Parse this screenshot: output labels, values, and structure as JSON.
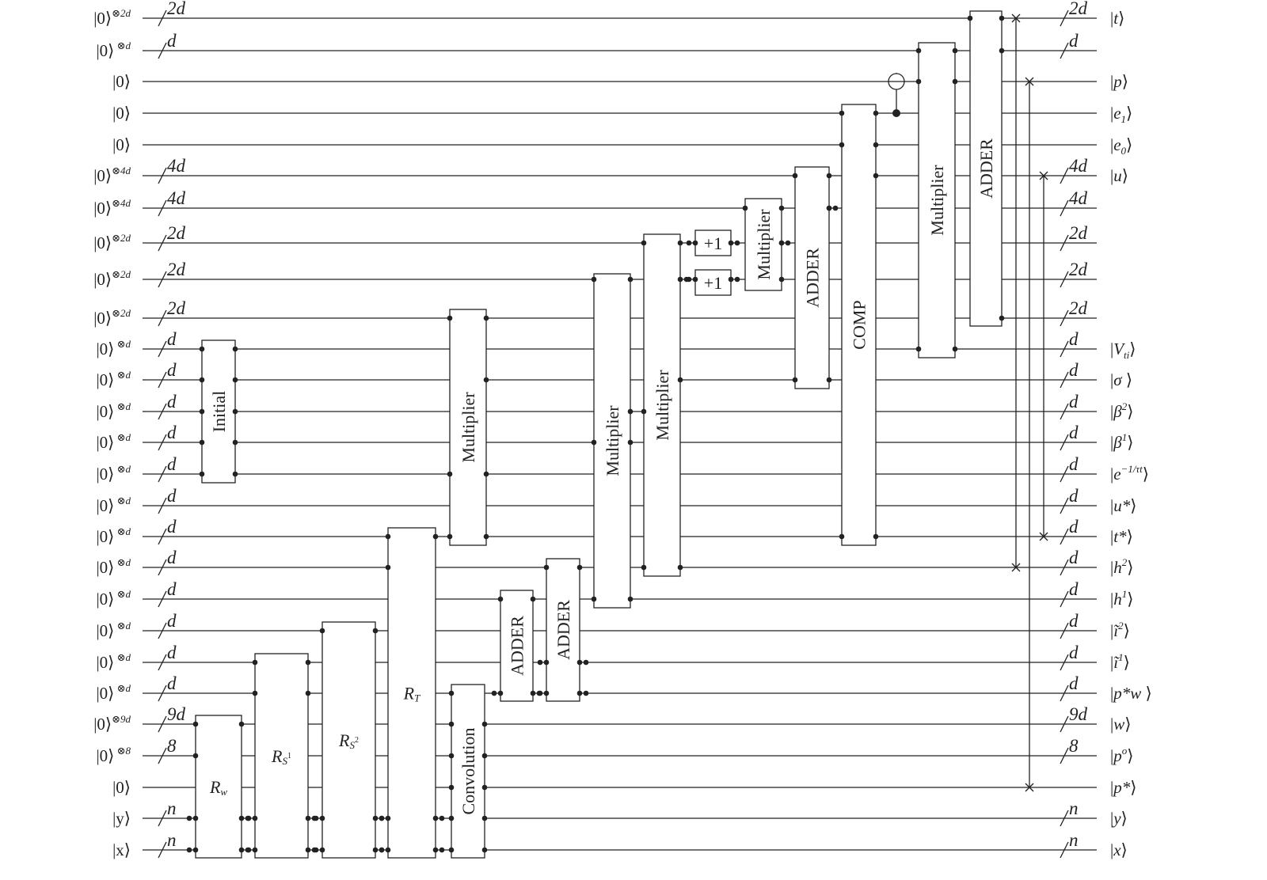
{
  "inputs": [
    {
      "base": "|0⟩",
      "sup": "⊗2d"
    },
    {
      "base": "|0⟩",
      "sup": " ⊗d"
    },
    {
      "base": "|0⟩",
      "sup": ""
    },
    {
      "base": "|0⟩",
      "sup": ""
    },
    {
      "base": "|0⟩",
      "sup": ""
    },
    {
      "base": "|0⟩",
      "sup": "⊗4d"
    },
    {
      "base": "|0⟩",
      "sup": "⊗4d"
    },
    {
      "base": "|0⟩",
      "sup": "⊗2d"
    },
    {
      "base": "|0⟩",
      "sup": "⊗2d"
    },
    {
      "base": "|0⟩",
      "sup": "⊗2d"
    },
    {
      "base": "|0⟩",
      "sup": " ⊗d"
    },
    {
      "base": "|0⟩",
      "sup": " ⊗d"
    },
    {
      "base": "|0⟩",
      "sup": " ⊗d"
    },
    {
      "base": "|0⟩",
      "sup": " ⊗d"
    },
    {
      "base": "|0⟩",
      "sup": " ⊗d"
    },
    {
      "base": "|0⟩",
      "sup": " ⊗d"
    },
    {
      "base": "|0⟩",
      "sup": " ⊗d"
    },
    {
      "base": "|0⟩",
      "sup": " ⊗d"
    },
    {
      "base": "|0⟩",
      "sup": " ⊗d"
    },
    {
      "base": "|0⟩",
      "sup": " ⊗d"
    },
    {
      "base": "|0⟩",
      "sup": " ⊗d"
    },
    {
      "base": "|0⟩",
      "sup": " ⊗d"
    },
    {
      "base": "|0⟩",
      "sup": "⊗9d"
    },
    {
      "base": "|0⟩",
      "sup": " ⊗8"
    },
    {
      "base": "|0⟩",
      "sup": ""
    },
    {
      "base": "|y⟩",
      "sup": ""
    },
    {
      "base": "|x⟩",
      "sup": ""
    }
  ],
  "input_widths": [
    "2d",
    "d",
    "",
    "",
    "",
    "4d",
    "4d",
    "2d",
    "2d",
    "2d",
    "d",
    "d",
    "d",
    "d",
    "d",
    "d",
    "d",
    "d",
    "d",
    "d",
    "d",
    "d",
    "9d",
    "8",
    "",
    "n",
    "n"
  ],
  "output_widths": [
    "2d",
    "d",
    "",
    "",
    "",
    "4d",
    "4d",
    "2d",
    "2d",
    "2d",
    "d",
    "d",
    "d",
    "d",
    "d",
    "d",
    "d",
    "d",
    "d",
    "d",
    "d",
    "d",
    "9d",
    "8",
    "",
    "n",
    "n"
  ],
  "outputs": [
    {
      "pre": "|",
      "main": "t",
      "sub": "",
      "sup": "",
      "post": "⟩"
    },
    {
      "pre": "|",
      "main": "",
      "sub": "",
      "sup": "",
      "post": ""
    },
    {
      "pre": "|",
      "main": "p",
      "sub": "",
      "sup": "",
      "post": "⟩"
    },
    {
      "pre": "|",
      "main": "e",
      "sub": "1",
      "sup": "",
      "post": "⟩"
    },
    {
      "pre": "|",
      "main": "e",
      "sub": "0",
      "sup": "",
      "post": "⟩"
    },
    {
      "pre": "|",
      "main": "u",
      "sub": "",
      "sup": "",
      "post": "⟩"
    },
    {
      "pre": "",
      "main": "",
      "sub": "",
      "sup": "",
      "post": ""
    },
    {
      "pre": "",
      "main": "",
      "sub": "",
      "sup": "",
      "post": ""
    },
    {
      "pre": "",
      "main": "",
      "sub": "",
      "sup": "",
      "post": ""
    },
    {
      "pre": "",
      "main": "",
      "sub": "",
      "sup": "",
      "post": ""
    },
    {
      "pre": "|",
      "main": "V",
      "sub": "ti",
      "sup": "",
      "post": "⟩"
    },
    {
      "pre": "|",
      "main": "σ",
      "sub": "",
      "sup": "",
      "post": " ⟩"
    },
    {
      "pre": "|",
      "main": "β",
      "sub": "",
      "sup": "2",
      "post": "⟩"
    },
    {
      "pre": "|",
      "main": "β",
      "sub": "",
      "sup": "1",
      "post": "⟩"
    },
    {
      "pre": "|",
      "main": "e",
      "sub": "",
      "sup": "−1/τt",
      "post": "⟩"
    },
    {
      "pre": "|",
      "main": "u*",
      "sub": "",
      "sup": "",
      "post": "⟩"
    },
    {
      "pre": "|",
      "main": "t*",
      "sub": "",
      "sup": "",
      "post": "⟩"
    },
    {
      "pre": "|",
      "main": "h",
      "sub": "",
      "sup": "2",
      "post": "⟩"
    },
    {
      "pre": "|",
      "main": "h",
      "sub": "",
      "sup": "1",
      "post": "⟩"
    },
    {
      "pre": "|",
      "main": "ĩ",
      "sub": "",
      "sup": "2",
      "post": "⟩"
    },
    {
      "pre": "|",
      "main": "ĩ",
      "sub": "",
      "sup": "1",
      "post": "⟩"
    },
    {
      "pre": "|",
      "main": "p*w",
      "sub": "",
      "sup": "",
      "post": " ⟩"
    },
    {
      "pre": "|",
      "main": "w",
      "sub": "",
      "sup": "",
      "post": "⟩"
    },
    {
      "pre": "|",
      "main": "p",
      "sub": "",
      "sup": "o",
      "post": "⟩"
    },
    {
      "pre": "|",
      "main": "p*",
      "sub": "",
      "sup": "",
      "post": "⟩"
    },
    {
      "pre": "|",
      "main": "y",
      "sub": "",
      "sup": "",
      "post": "⟩"
    },
    {
      "pre": "|",
      "main": "x",
      "sub": "",
      "sup": "",
      "post": "⟩"
    }
  ],
  "gates": [
    {
      "id": "initial",
      "label": "Initial",
      "orient": "vertical"
    },
    {
      "id": "r-w",
      "label": "R",
      "sub": "w",
      "orient": "horizontal"
    },
    {
      "id": "r-s1",
      "label": "R",
      "sub": "S",
      "subsup": "1",
      "orient": "horizontal"
    },
    {
      "id": "r-s2",
      "label": "R",
      "sub": "S",
      "subsup": "2",
      "orient": "horizontal"
    },
    {
      "id": "r-t",
      "label": "R",
      "sub": "T",
      "orient": "horizontal"
    },
    {
      "id": "convolution",
      "label": "Convolution",
      "orient": "vertical"
    },
    {
      "id": "multiplier-1",
      "label": "Multiplier",
      "orient": "vertical"
    },
    {
      "id": "adder-1",
      "label": "ADDER",
      "orient": "vertical"
    },
    {
      "id": "adder-2",
      "label": "ADDER",
      "orient": "vertical"
    },
    {
      "id": "multiplier-2",
      "label": "Multiplier",
      "orient": "vertical"
    },
    {
      "id": "multiplier-3",
      "label": "Multiplier",
      "orient": "vertical"
    },
    {
      "id": "plus-one-1",
      "label": "+1",
      "orient": "horizontal"
    },
    {
      "id": "plus-one-2",
      "label": "+1",
      "orient": "horizontal"
    },
    {
      "id": "multiplier-4",
      "label": "Multiplier",
      "orient": "vertical"
    },
    {
      "id": "adder-3",
      "label": "ADDER",
      "orient": "vertical"
    },
    {
      "id": "comp",
      "label": "COMP",
      "orient": "vertical"
    },
    {
      "id": "multiplier-5",
      "label": "Multiplier",
      "orient": "vertical"
    },
    {
      "id": "adder-4",
      "label": "ADDER",
      "orient": "vertical"
    }
  ]
}
